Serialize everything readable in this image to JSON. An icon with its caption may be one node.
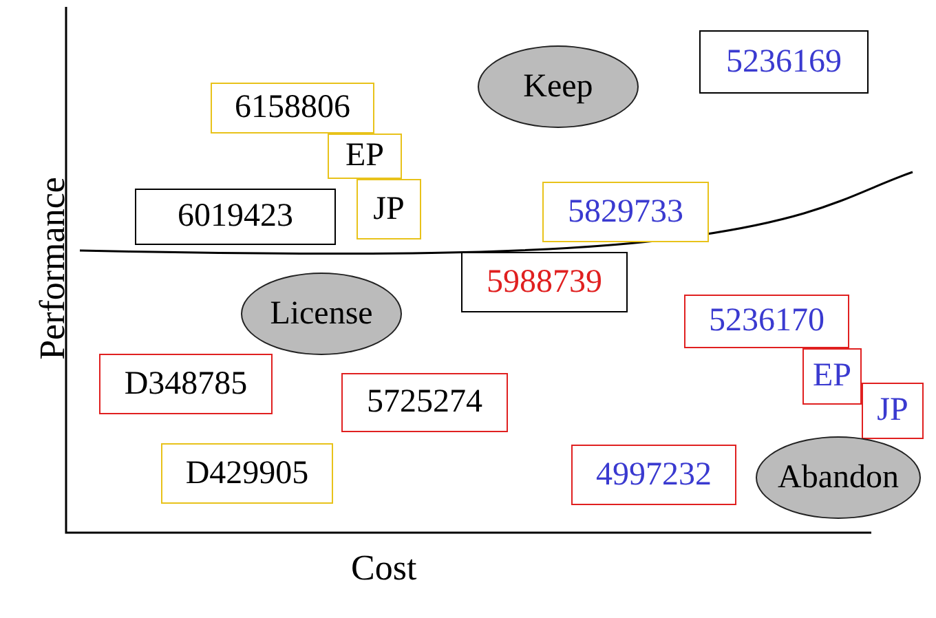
{
  "diagram": {
    "nodes": [
      {
        "text": [
          "5236169"
        ]
      },
      {
        "text": [
          "6158806"
        ]
      },
      {
        "text": [
          "Keep"
        ]
      },
      {
        "text": [
          "EP"
        ]
      },
      {
        "text": [
          "JP"
        ]
      },
      {
        "text": [
          "6019423"
        ]
      },
      {
        "text": [
          "5829733"
        ]
      },
      {
        "text": [
          "5988739"
        ]
      },
      {
        "text": [
          "License"
        ]
      },
      {
        "text": [
          "5236170"
        ]
      },
      {
        "text": [
          "D348785"
        ]
      },
      {
        "text": [
          "EP"
        ]
      },
      {
        "text": [
          "5725274"
        ]
      },
      {
        "text": [
          "JP"
        ]
      },
      {
        "text": [
          "D429905"
        ]
      },
      {
        "text": [
          "4997232"
        ]
      },
      {
        "text": [
          "Abandon"
        ]
      }
    ],
    "edges": [],
    "labels": [
      "Performance",
      "Cost"
    ]
  }
}
